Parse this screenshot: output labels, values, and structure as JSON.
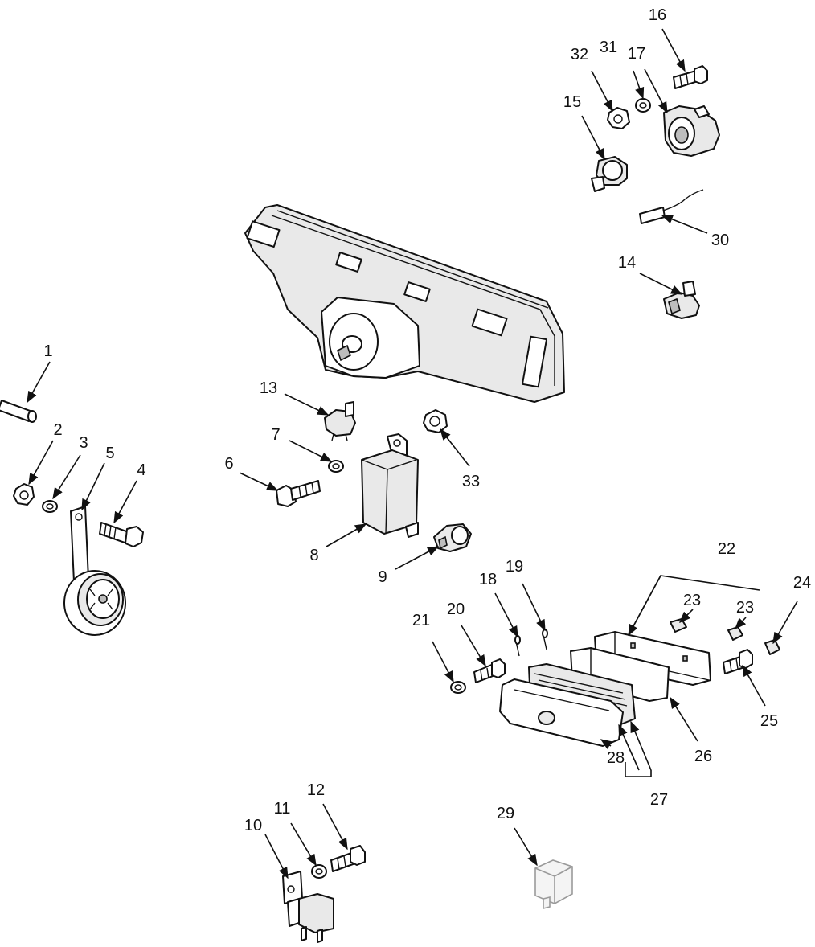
{
  "diagram": {
    "type": "exploded-parts-diagram",
    "callouts": [
      "1",
      "2",
      "3",
      "4",
      "5",
      "6",
      "7",
      "8",
      "9",
      "10",
      "11",
      "12",
      "13",
      "14",
      "15",
      "16",
      "17",
      "18",
      "19",
      "20",
      "21",
      "22",
      "23",
      "23",
      "24",
      "25",
      "26",
      "27",
      "28",
      "29",
      "30",
      "31",
      "32",
      "33"
    ]
  }
}
